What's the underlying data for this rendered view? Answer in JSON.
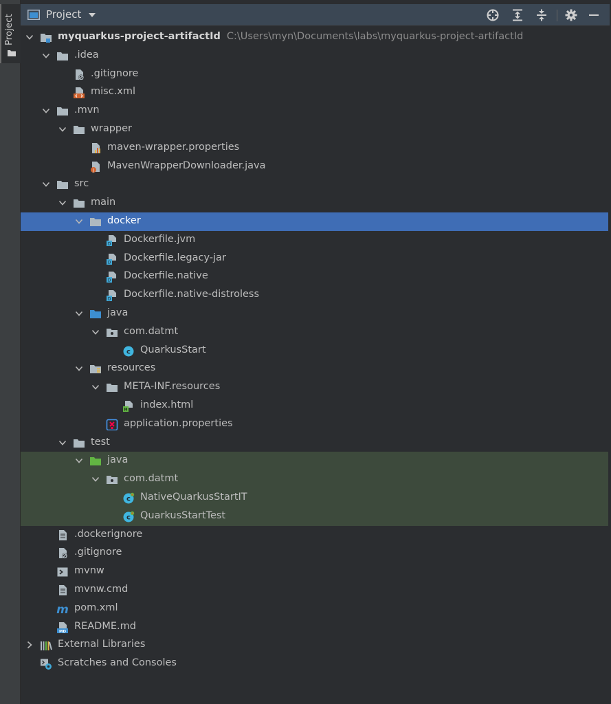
{
  "sidebar": {
    "tab_label": "Project"
  },
  "header": {
    "title": "Project",
    "tools": [
      "locate-icon",
      "expand-all-icon",
      "collapse-all-icon",
      "gear-icon",
      "minimize-icon"
    ]
  },
  "tree": [
    {
      "label": "myquarkus-project-artifactId",
      "path": "C:\\Users\\myn\\Documents\\labs\\myquarkus-project-artifactId",
      "depth": 0,
      "arrow": "down",
      "icon": "module-folder-icon",
      "bold": true
    },
    {
      "label": ".idea",
      "depth": 1,
      "arrow": "down",
      "icon": "folder-icon"
    },
    {
      "label": ".gitignore",
      "depth": 2,
      "icon": "ignore-file-icon"
    },
    {
      "label": "misc.xml",
      "depth": 2,
      "icon": "xml-file-icon"
    },
    {
      "label": ".mvn",
      "depth": 1,
      "arrow": "down",
      "icon": "folder-icon"
    },
    {
      "label": "wrapper",
      "depth": 2,
      "arrow": "down",
      "icon": "folder-icon"
    },
    {
      "label": "maven-wrapper.properties",
      "depth": 3,
      "icon": "properties-file-icon"
    },
    {
      "label": "MavenWrapperDownloader.java",
      "depth": 3,
      "icon": "java-file-icon"
    },
    {
      "label": "src",
      "depth": 1,
      "arrow": "down",
      "icon": "folder-icon"
    },
    {
      "label": "main",
      "depth": 2,
      "arrow": "down",
      "icon": "folder-icon"
    },
    {
      "label": "docker",
      "depth": 3,
      "arrow": "down",
      "icon": "folder-icon",
      "selected": true
    },
    {
      "label": "Dockerfile.jvm",
      "depth": 4,
      "icon": "dockerfile-icon"
    },
    {
      "label": "Dockerfile.legacy-jar",
      "depth": 4,
      "icon": "dockerfile-icon"
    },
    {
      "label": "Dockerfile.native",
      "depth": 4,
      "icon": "dockerfile-icon"
    },
    {
      "label": "Dockerfile.native-distroless",
      "depth": 4,
      "icon": "dockerfile-icon"
    },
    {
      "label": "java",
      "depth": 3,
      "arrow": "down",
      "icon": "source-folder-icon"
    },
    {
      "label": "com.datmt",
      "depth": 4,
      "arrow": "down",
      "icon": "package-icon"
    },
    {
      "label": "QuarkusStart",
      "depth": 5,
      "icon": "class-icon"
    },
    {
      "label": "resources",
      "depth": 3,
      "arrow": "down",
      "icon": "resources-folder-icon"
    },
    {
      "label": "META-INF.resources",
      "depth": 4,
      "arrow": "down",
      "icon": "folder-icon"
    },
    {
      "label": "index.html",
      "depth": 5,
      "icon": "html-file-icon"
    },
    {
      "label": "application.properties",
      "depth": 4,
      "icon": "quarkus-properties-icon"
    },
    {
      "label": "test",
      "depth": 2,
      "arrow": "down",
      "icon": "folder-icon"
    },
    {
      "label": "java",
      "depth": 3,
      "arrow": "down",
      "icon": "test-folder-icon",
      "test": true
    },
    {
      "label": "com.datmt",
      "depth": 4,
      "arrow": "down",
      "icon": "package-icon",
      "test": true
    },
    {
      "label": "NativeQuarkusStartIT",
      "depth": 5,
      "icon": "test-class-icon",
      "test": true
    },
    {
      "label": "QuarkusStartTest",
      "depth": 5,
      "icon": "test-class-icon",
      "test": true
    },
    {
      "label": ".dockerignore",
      "depth": 1,
      "icon": "text-file-icon"
    },
    {
      "label": ".gitignore",
      "depth": 1,
      "icon": "ignore-file-icon"
    },
    {
      "label": "mvnw",
      "depth": 1,
      "icon": "shell-file-icon"
    },
    {
      "label": "mvnw.cmd",
      "depth": 1,
      "icon": "text-file-icon"
    },
    {
      "label": "pom.xml",
      "depth": 1,
      "icon": "maven-icon"
    },
    {
      "label": "README.md",
      "depth": 1,
      "icon": "markdown-icon"
    },
    {
      "label": "External Libraries",
      "depth": 0,
      "arrow": "right",
      "icon": "libraries-icon"
    },
    {
      "label": "Scratches and Consoles",
      "depth": 0,
      "icon": "scratches-icon"
    }
  ],
  "colors": {
    "selection": "#3f6db5",
    "test_highlight": "#3d4a3c",
    "panel_bg": "#2b2d30",
    "header_bg": "#3b4754",
    "folder": "#aeb9c0",
    "source_folder": "#3d8fd1",
    "test_folder": "#62b543",
    "class": "#40b6e0"
  }
}
